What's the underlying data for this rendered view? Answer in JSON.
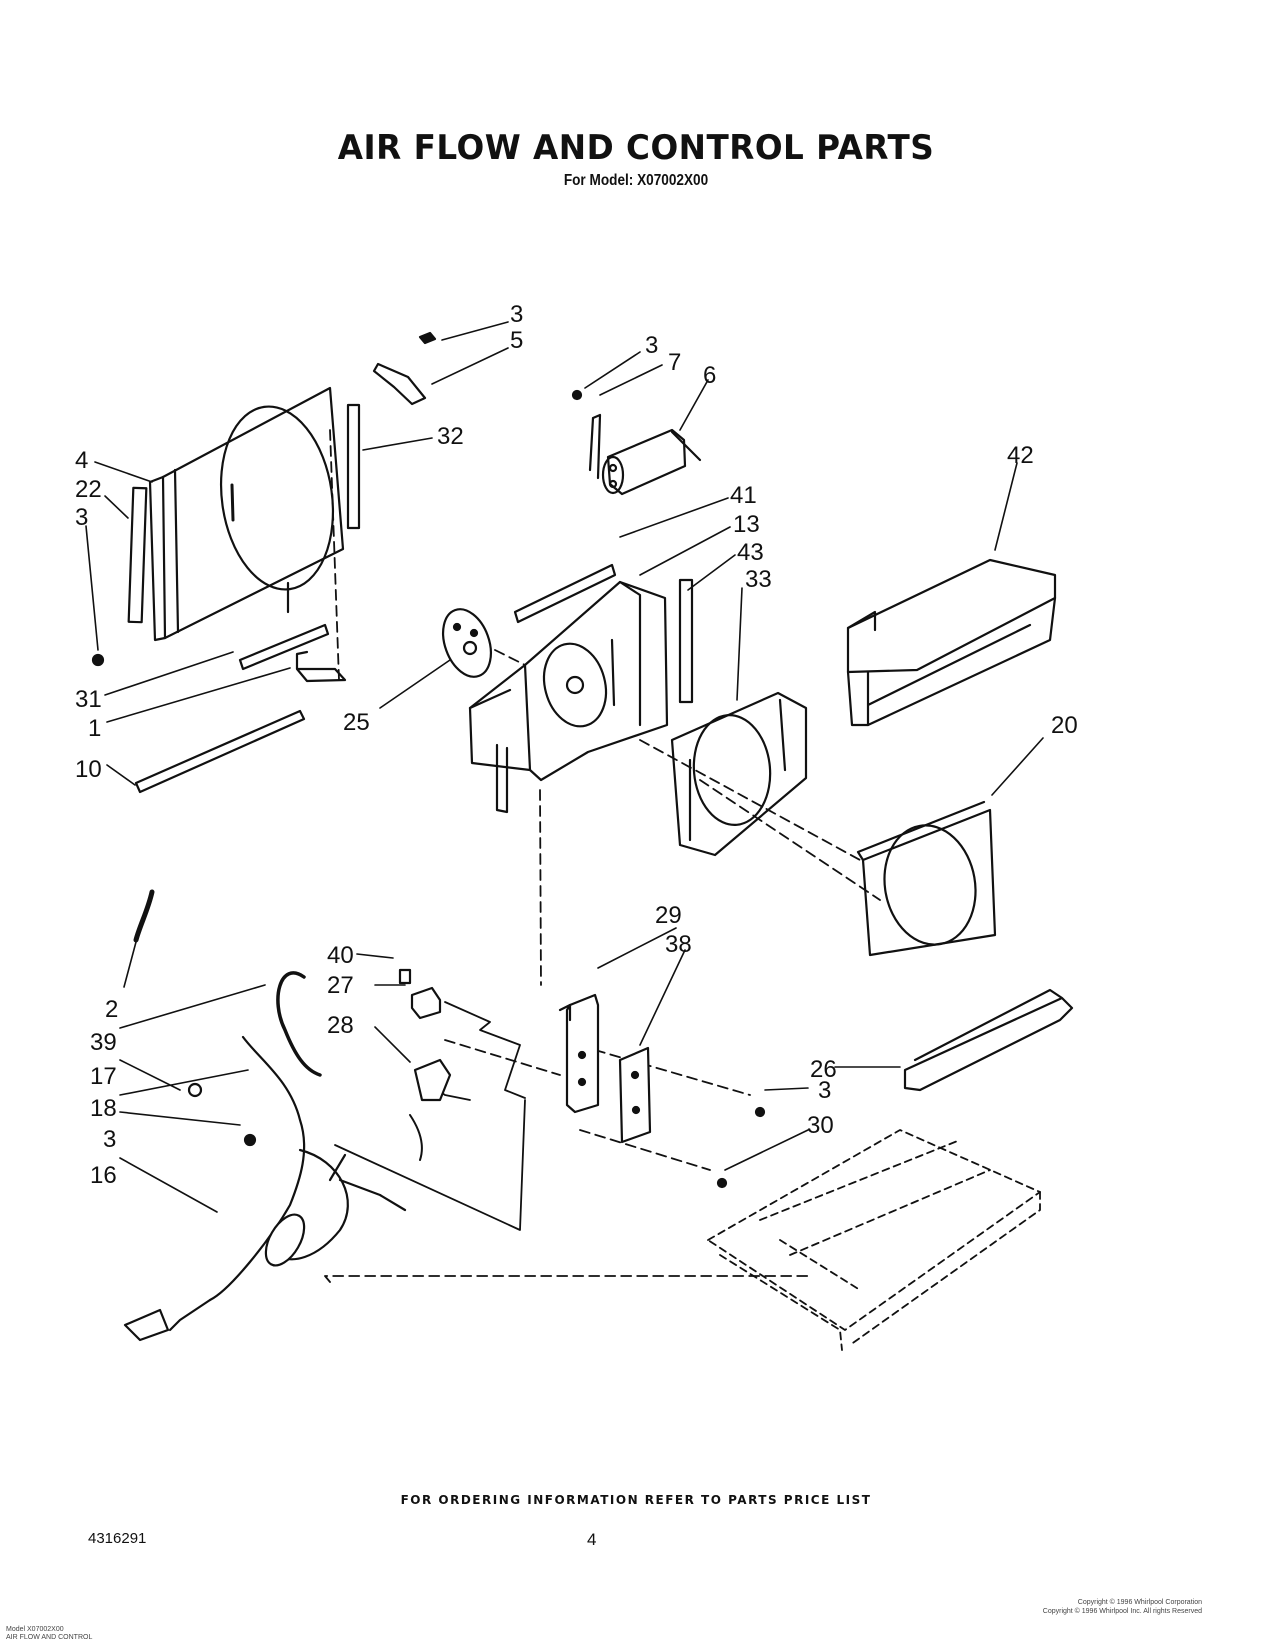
{
  "title": "AIR FLOW AND CONTROL PARTS",
  "subtitle": "For Model: X07002X00",
  "callouts": [
    "3",
    "5",
    "32",
    "4",
    "22",
    "3",
    "31",
    "1",
    "10",
    "3",
    "7",
    "6",
    "25",
    "41",
    "13",
    "43",
    "33",
    "42",
    "20",
    "2",
    "39",
    "17",
    "18",
    "3",
    "16",
    "40",
    "27",
    "28",
    "29",
    "38",
    "26",
    "3",
    "30"
  ],
  "footer_note": "FOR ORDERING INFORMATION REFER TO PARTS PRICE LIST",
  "doc_number": "4316291",
  "page_number": "4",
  "copyright_lines": [
    "Copyright © 1996 Whirlpool Corporation",
    "Copyright © 1996 Whirlpool Inc. All rights Reserved"
  ],
  "model_note_lines": [
    "Model X07002X00",
    "AIR FLOW AND CONTROL"
  ]
}
